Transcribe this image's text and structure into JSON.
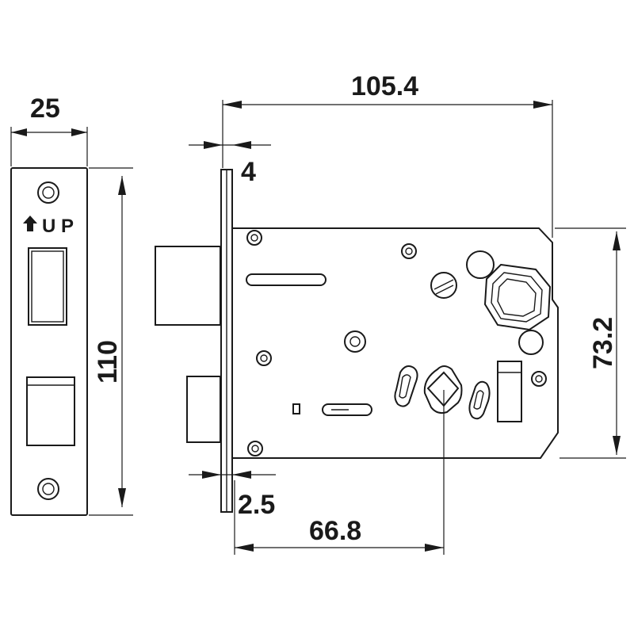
{
  "strike_plate": {
    "label": "U P",
    "width_dim": "25",
    "height_dim": "110"
  },
  "lock_body": {
    "faceplate_thickness_dim": "4",
    "total_length_dim": "105.4",
    "case_height_dim": "73.2",
    "offset_dim": "2.5",
    "backset_dim": "66.8"
  }
}
